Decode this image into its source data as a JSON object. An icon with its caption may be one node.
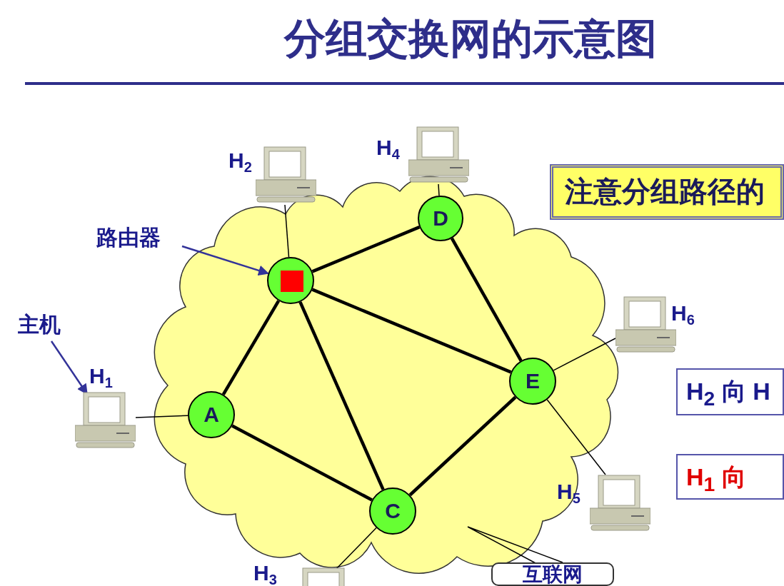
{
  "diagram": {
    "title": "分组交换网的示意图",
    "nodes": [
      {
        "text": [],
        "shape": "cloud"
      },
      {
        "text": [],
        "shape": "circle",
        "in": 0
      },
      {
        "text": [
          "D"
        ],
        "in": 0
      },
      {
        "text": [
          "A"
        ],
        "in": 0
      },
      {
        "text": [
          "E"
        ],
        "in": 0
      },
      {
        "text": [
          "C"
        ],
        "in": 0
      },
      {
        "text": [
          "H$_{1}$"
        ]
      },
      {
        "text": [
          "H$_{2}$"
        ]
      },
      {
        "text": [
          "H$_{4}$"
        ]
      },
      {
        "text": [
          "H$_{6}$"
        ]
      },
      {
        "text": [
          "H$_{5}$"
        ]
      },
      {
        "text": [
          "H$_{3}$"
        ]
      },
      {
        "text": [
          "路由器"
        ]
      },
      {
        "text": [
          "主机"
        ]
      },
      {
        "text": [
          "互联网"
        ]
      },
      {
        "text": [
          "注意分组路径的"
        ]
      },
      {
        "text": [
          "H$_{2}$ 向 H"
        ]
      },
      {
        "text": [
          "H$_{1}$ 向"
        ]
      }
    ],
    "edges": [
      {
        "from": 1,
        "to": 2,
        "arrow": "none",
        "style": "thick"
      },
      {
        "from": 1,
        "to": 3,
        "arrow": "none",
        "style": "thick"
      },
      {
        "from": 1,
        "to": 5,
        "arrow": "none",
        "style": "thick"
      },
      {
        "from": 1,
        "to": 4,
        "arrow": "none",
        "style": "thick"
      },
      {
        "from": 2,
        "to": 4,
        "arrow": "none",
        "style": "thick"
      },
      {
        "from": 3,
        "to": 5,
        "arrow": "none",
        "style": "thick"
      },
      {
        "from": 5,
        "to": 4,
        "arrow": "none",
        "style": "thick"
      },
      {
        "from": 6,
        "to": 3,
        "arrow": "none"
      },
      {
        "from": 7,
        "to": 1,
        "arrow": "none"
      },
      {
        "from": 8,
        "to": 2,
        "arrow": "none"
      },
      {
        "from": 9,
        "to": 4,
        "arrow": "none"
      },
      {
        "from": 10,
        "to": 4,
        "arrow": "none"
      },
      {
        "from": 11,
        "to": 5,
        "arrow": "none"
      },
      {
        "from": 12,
        "to": 1,
        "arrow": "to",
        "color": "#333399"
      },
      {
        "from": 13,
        "to": 6,
        "arrow": "to",
        "color": "#333399"
      },
      {
        "from": 14,
        "to": 0,
        "arrow": "none"
      }
    ]
  }
}
